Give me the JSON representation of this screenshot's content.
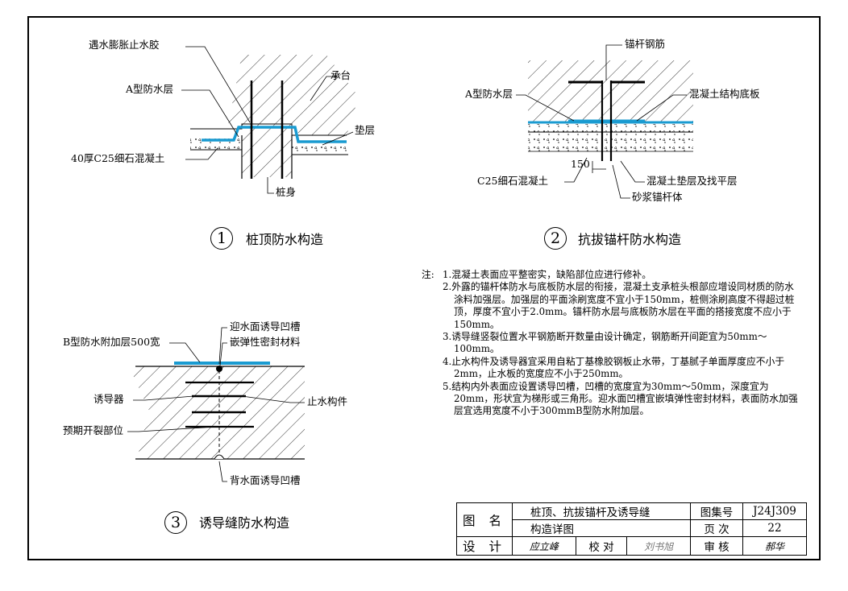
{
  "figure1": {
    "number": "1",
    "caption": "桩顶防水构造",
    "labels": {
      "swell": "遇水膨胀止水胶",
      "cap": "承台",
      "a_layer": "A型防水层",
      "cushion": "垫层",
      "fine_concrete": "40厚C25细石混凝土",
      "pile": "桩身"
    }
  },
  "figure2": {
    "number": "2",
    "caption": "抗拔锚杆防水构造",
    "labels": {
      "anchor_steel": "锚杆钢筋",
      "a_layer": "A型防水层",
      "base_slab": "混凝土结构底板",
      "dim": "150",
      "fine_concrete": "C25细石混凝土",
      "cushion_level": "混凝土垫层及找平层",
      "mortar_anchor": "砂浆锚杆体"
    }
  },
  "figure3": {
    "number": "3",
    "caption": "诱导缝防水构造",
    "labels": {
      "b_layer": "B型防水附加层500宽",
      "upstream_groove": "迎水面诱导凹槽",
      "sealant": "嵌弹性密封材料",
      "inducer": "诱导器",
      "waterstop": "止水构件",
      "crack": "预期开裂部位",
      "back_groove": "背水面诱导凹槽"
    }
  },
  "notes": {
    "head": "注:",
    "items": [
      "1.混凝土表面应平整密实，缺陷部位应进行修补。",
      "2.外露的锚杆体防水与底板防水层的衔接，混凝土支承桩头根部应增设同材质的防水涂料加强层。加强层的平面涂刷宽度不宜小于150mm，桩侧涂刷高度不得超过桩顶，厚度不宜小于2.0mm。锚杆防水层与底板防水层在平面的搭接宽度不应小于150mm。",
      "3.诱导缝竖裂位置水平钢筋断开数量由设计确定，钢筋断开间距宜为50mm～100mm。",
      "4.止水构件及诱导器宜采用自粘丁基橡胶钢板止水带，丁基腻子单面厚度应不小于2mm，止水板的宽度应不小于250mm。",
      "5.结构内外表面应设置诱导凹槽，凹槽的宽度宜为30mm～50mm，深度宜为20mm，形状宜为梯形或三角形。迎水面凹槽宜嵌填弹性密封材料，表面防水加强层宜选用宽度不小于300mmB型防水附加层。"
    ]
  },
  "title_block": {
    "name_label": "图 名",
    "title_line1": "桩顶、抗拔锚杆及诱导缝",
    "title_line2": "构造详图",
    "atlas_label": "图集号",
    "atlas_no": "J24J309",
    "page_label": "页 次",
    "page_no": "22",
    "design_label": "设 计",
    "designer_sig": "应立峰",
    "check_label": "校 对",
    "checker_sig": "刘书旭",
    "review_label": "审 核",
    "reviewer_sig": "郝华"
  },
  "colors": {
    "waterproof_layer": "#1a9bd1",
    "line": "#000000"
  }
}
